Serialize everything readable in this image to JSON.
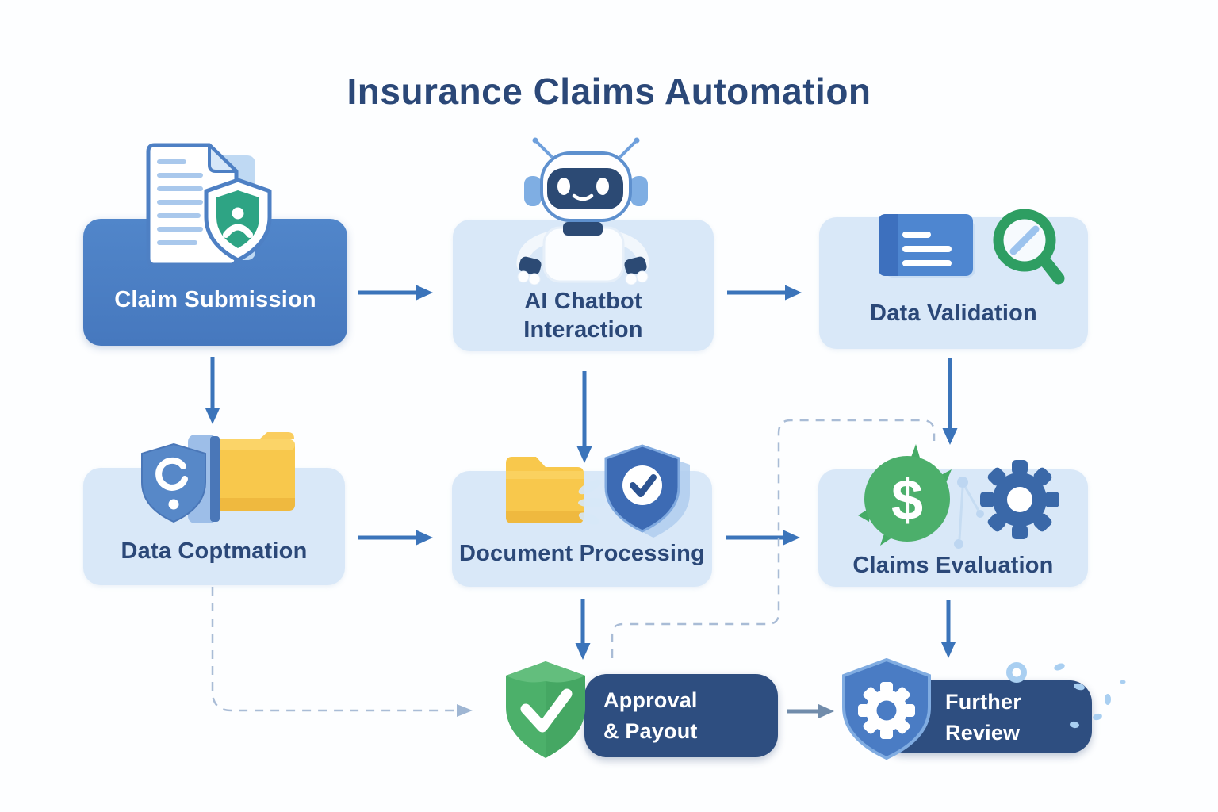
{
  "title": "Insurance Claims Automation",
  "nodes": [
    {
      "id": "claim-submission",
      "label": "Claim Submission",
      "variant": "primary",
      "icon": "document-with-user-shield"
    },
    {
      "id": "ai-chatbot-interaction",
      "label": "AI Chatbot\nInteraction",
      "variant": "light",
      "icon": "robot"
    },
    {
      "id": "data-validation",
      "label": "Data Validation",
      "variant": "light",
      "icon": "card-lines-and-magnifier"
    },
    {
      "id": "data-coptmation",
      "label": "Data Coptmation",
      "variant": "light",
      "icon": "badge-swirl-and-folder"
    },
    {
      "id": "document-processing",
      "label": "Document Processing",
      "variant": "light",
      "icon": "folder-and-shield-check"
    },
    {
      "id": "claims-evaluation",
      "label": "Claims Evaluation",
      "variant": "light",
      "icon": "dollar-bubble-and-gear"
    },
    {
      "id": "approval-payout",
      "label": "Approval\n& Payout",
      "variant": "dark",
      "icon": "green-shield-check"
    },
    {
      "id": "further-review",
      "label": "Further\nReview",
      "variant": "dark",
      "icon": "blue-shield-gear"
    }
  ],
  "connections": [
    {
      "from": "claim-submission",
      "to": "ai-chatbot-interaction",
      "style": "solid-arrow"
    },
    {
      "from": "ai-chatbot-interaction",
      "to": "data-validation",
      "style": "solid-arrow"
    },
    {
      "from": "claim-submission",
      "to": "data-coptmation",
      "style": "solid-arrow"
    },
    {
      "from": "ai-chatbot-interaction",
      "to": "document-processing",
      "style": "solid-arrow"
    },
    {
      "from": "data-validation",
      "to": "claims-evaluation",
      "style": "solid-arrow"
    },
    {
      "from": "data-coptmation",
      "to": "document-processing",
      "style": "solid-arrow"
    },
    {
      "from": "document-processing",
      "to": "claims-evaluation",
      "style": "solid-arrow"
    },
    {
      "from": "document-processing",
      "to": "approval-payout",
      "style": "solid-arrow"
    },
    {
      "from": "claims-evaluation",
      "to": "further-review",
      "style": "solid-arrow"
    },
    {
      "from": "approval-payout",
      "to": "further-review",
      "style": "solid-arrow-muted"
    },
    {
      "from": "data-coptmation",
      "to": "approval-payout",
      "style": "dashed-arrow"
    },
    {
      "from": "approval-payout",
      "to": "claims-evaluation",
      "style": "dashed-line"
    }
  ],
  "icon_glyphs": {
    "dollar": "$"
  },
  "colors": {
    "background": "#FDFEFF",
    "title_text": "#2B4878",
    "primary_node": "#4C7EC5",
    "light_node": "#D9E8F8",
    "dark_node": "#2E4E80",
    "node_text_dark": "#2B4878",
    "node_text_light": "#FFFFFF",
    "arrow": "#3B74BA",
    "arrow_muted": "#718CAB",
    "dashed_connector": "#A9BCD6",
    "success_green": "#4CB06A",
    "teal_green": "#2EA484",
    "folder_yellow": "#F8C84C",
    "gear_blue": "#3A68A8",
    "magnifier_green": "#2E9E62"
  }
}
